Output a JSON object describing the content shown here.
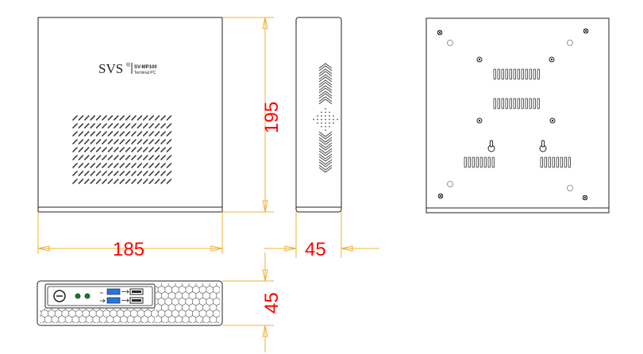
{
  "brand": {
    "logo_text": "SVS",
    "registered_mark": "®",
    "model": "SV-MP100",
    "subtitle": "Terminal PC"
  },
  "dimensions": {
    "width": "185",
    "height": "195",
    "depth": "45",
    "thickness": "45"
  },
  "colors": {
    "dimension_text": "#ff0000",
    "dimension_line": "#f2b233",
    "outline": "#222222"
  }
}
